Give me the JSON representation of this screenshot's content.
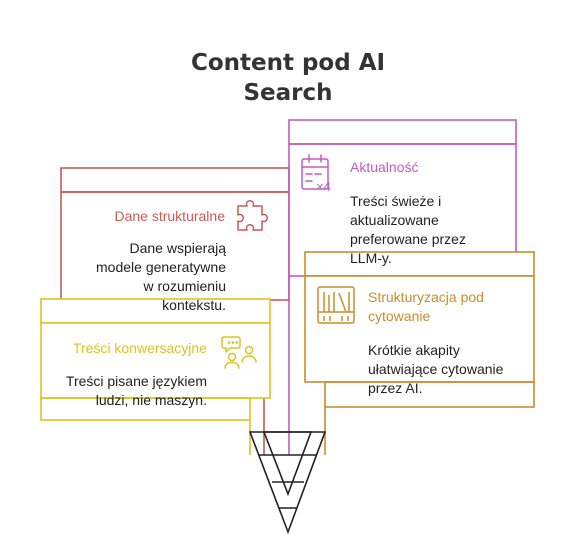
{
  "title": {
    "line1": "Content pod AI",
    "line2": "Search"
  },
  "colors": {
    "red": "#c95a57",
    "pink": "#c35bc2",
    "yellow": "#d8c521",
    "orange": "#c98d2c",
    "funnel": "#222222"
  },
  "cards": {
    "dane": {
      "title": "Dane strukturalne",
      "icon": "puzzle-icon",
      "lines": [
        "Dane wspierają",
        "modele generatywne",
        "w rozumieniu",
        "kontekstu."
      ]
    },
    "aktualnosc": {
      "title": "Aktualność",
      "icon": "calendar-x4-icon",
      "lines": [
        "Treści świeże i",
        "aktualizowane",
        "preferowane przez",
        "LLM-y."
      ]
    },
    "konwersacyjne": {
      "title": "Treści konwersacyjne",
      "icon": "chat-people-icon",
      "lines": [
        "Treści pisane językiem",
        "ludzi, nie maszyn."
      ]
    },
    "strukturyzacja": {
      "title_lines": [
        "Strukturyzacja pod",
        "cytowanie"
      ],
      "icon": "library-icon",
      "lines": [
        "Krótkie akapity",
        "ułatwiające cytowanie",
        "przez AI."
      ]
    }
  }
}
